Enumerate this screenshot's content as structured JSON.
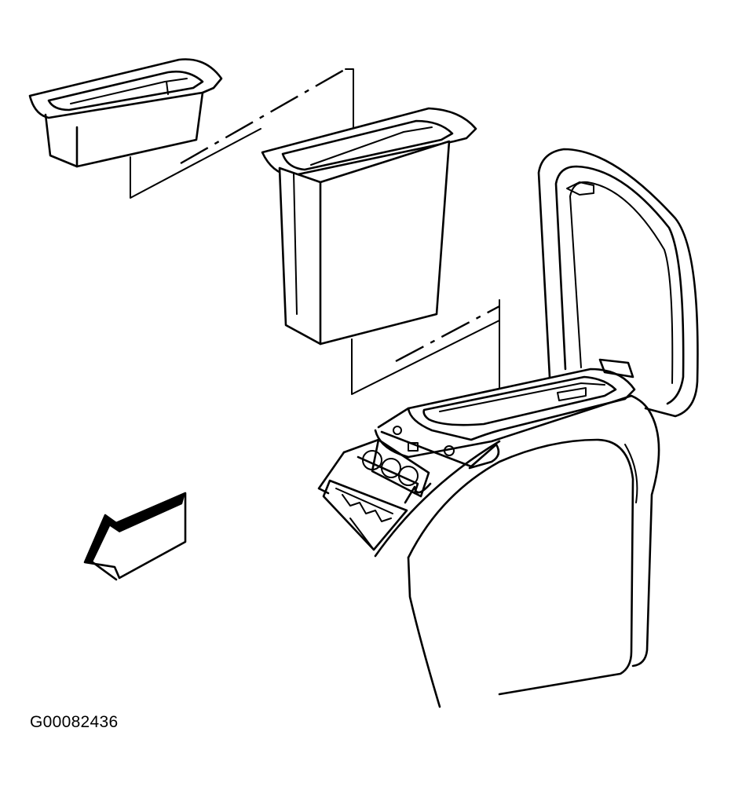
{
  "figure": {
    "code": "G00082436"
  },
  "parts": [
    {
      "name": "shallow-storage-tray",
      "icon": "tray-outline"
    },
    {
      "name": "deep-storage-bin",
      "icon": "bin-outline"
    },
    {
      "name": "center-console-with-open-lid",
      "icon": "console-outline"
    },
    {
      "name": "vehicle-front-direction-arrow",
      "icon": "arrow-icon"
    }
  ],
  "colors": {
    "line": "#000000",
    "background": "#ffffff"
  }
}
